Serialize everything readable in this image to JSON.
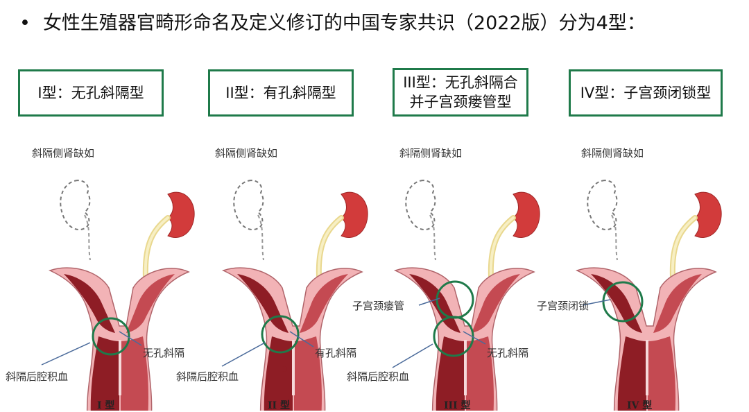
{
  "heading": {
    "bullet": "•",
    "text": "女性生殖器官畸形命名及定义修订的中国专家共识（2022版）分为4型："
  },
  "types": [
    {
      "box_lines": [
        "I型：无孔斜隔型"
      ],
      "kidney_label": "斜隔侧肾缺如",
      "septum_label": "无孔斜隔",
      "cavity_label": "斜隔后腔积血",
      "bottom_label": "I 型"
    },
    {
      "box_lines": [
        "II型：有孔斜隔型"
      ],
      "kidney_label": "斜隔侧肾缺如",
      "septum_label": "有孔斜隔",
      "cavity_label": "斜隔后腔积血",
      "bottom_label": "II 型"
    },
    {
      "box_lines": [
        "III型：无孔斜隔合",
        "并子宫颈瘘管型"
      ],
      "kidney_label": "斜隔侧肾缺如",
      "fistula_label": "子宫颈瘘管",
      "septum_label": "无孔斜隔",
      "cavity_label": "斜隔后腔积血",
      "bottom_label": "III 型"
    },
    {
      "box_lines": [
        "IV型：子宫颈闭锁型"
      ],
      "kidney_label": "斜隔侧肾缺如",
      "atresia_label": "子宫颈闭锁",
      "bottom_label": "IV 型"
    }
  ],
  "colors": {
    "box_border": "#1f7a4a",
    "circle": "#1f7a4a",
    "tissue_light": "#f2b3b6",
    "tissue_dark": "#8e1d25",
    "tissue_mid": "#c44a52",
    "kidney": "#d23b3b",
    "ureter": "#f3e6a8"
  }
}
